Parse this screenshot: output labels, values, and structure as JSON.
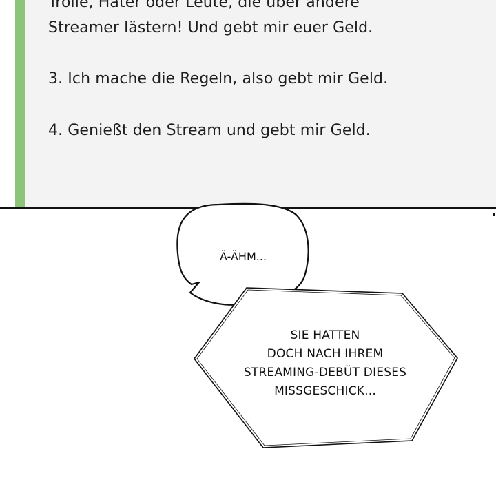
{
  "rules": {
    "lines": [
      "Trolle, Hater oder Leute, die über andere",
      "Streamer lästern! Und gebt mir euer Geld.",
      "3. Ich mache die Regeln, also gebt mir Geld.",
      "4. Genießt den Stream und gebt mir Geld."
    ]
  },
  "speech_bubble": {
    "text": "Ä-ähm..."
  },
  "narration_box": {
    "lines": [
      "Sie hatten",
      "doch nach ihrem",
      "Streaming-Debüt dieses",
      "Missgeschick..."
    ]
  },
  "colors": {
    "accent": "#8cc57a",
    "card_background": "#f3f3f3",
    "ink": "#111111"
  }
}
